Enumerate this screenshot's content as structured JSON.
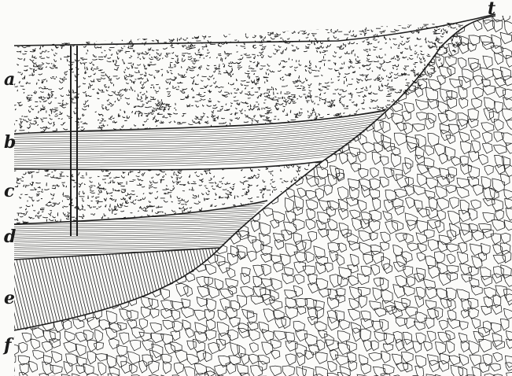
{
  "figure": {
    "type": "geological-cross-section",
    "labels": {
      "a": "a",
      "b": "b",
      "c": "c",
      "d": "d",
      "e": "e",
      "f": "f",
      "t": "t"
    },
    "colors": {
      "ink": "#1e1e1e",
      "paper": "#fbfbf9"
    }
  }
}
